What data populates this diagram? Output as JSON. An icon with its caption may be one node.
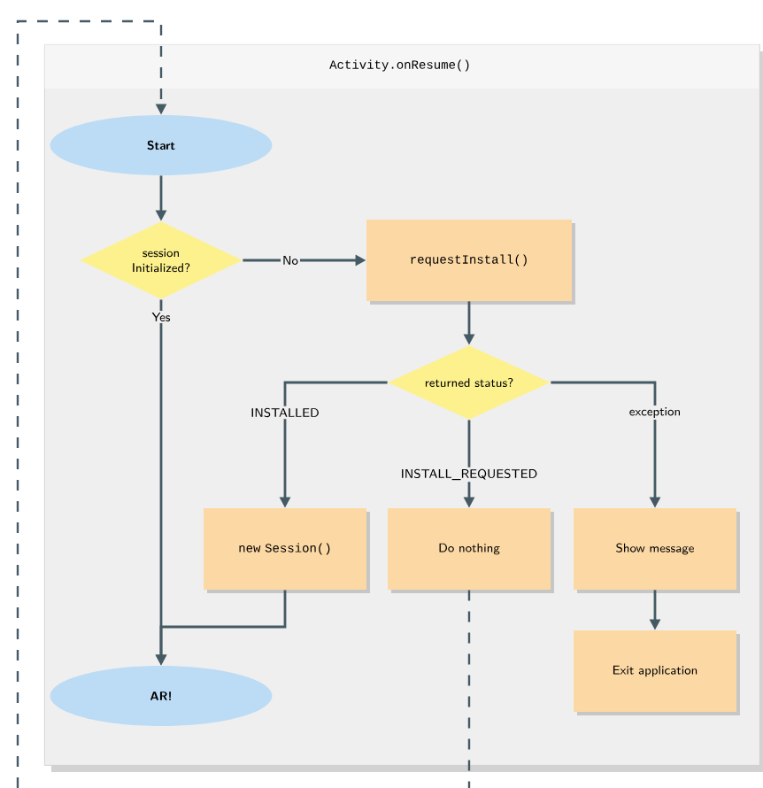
{
  "diagram": {
    "nodes": [
      {
        "text": [
          "Activity.onResume()"
        ]
      },
      {
        "text": [
          "Start"
        ],
        "in": 0
      },
      {
        "text": [
          "session Initialized?"
        ],
        "in": 0
      },
      {
        "text": [
          "requestInstall()"
        ],
        "in": 0
      },
      {
        "text": [
          "returned status?"
        ],
        "in": 0
      },
      {
        "text": [
          "new Session()"
        ],
        "in": 0
      },
      {
        "text": [
          "Do nothing"
        ],
        "in": 0
      },
      {
        "text": [
          "Show message"
        ],
        "in": 0
      },
      {
        "text": [
          "Exit application"
        ],
        "in": 0
      },
      {
        "text": [
          "AR!"
        ],
        "in": 0
      }
    ],
    "edges": [
      {
        "from": null,
        "to": 1,
        "arrow": "to",
        "style": "dashed"
      },
      {
        "from": 1,
        "to": 2,
        "arrow": "to"
      },
      {
        "from": 2,
        "to": 3,
        "arrow": "to",
        "label": "No"
      },
      {
        "from": 2,
        "to": 9,
        "arrow": "to",
        "label": "Yes"
      },
      {
        "from": 3,
        "to": 4,
        "arrow": "to"
      },
      {
        "from": 4,
        "to": 5,
        "arrow": "to",
        "label": "INSTALLED"
      },
      {
        "from": 4,
        "to": 6,
        "arrow": "to",
        "label": "INSTALL_REQUESTED"
      },
      {
        "from": 4,
        "to": 7,
        "arrow": "to",
        "label": "exception"
      },
      {
        "from": 5,
        "to": 9,
        "arrow": "to"
      },
      {
        "from": 7,
        "to": 8,
        "arrow": "to"
      },
      {
        "from": 6,
        "to": null,
        "arrow": "none",
        "style": "dashed"
      }
    ]
  }
}
